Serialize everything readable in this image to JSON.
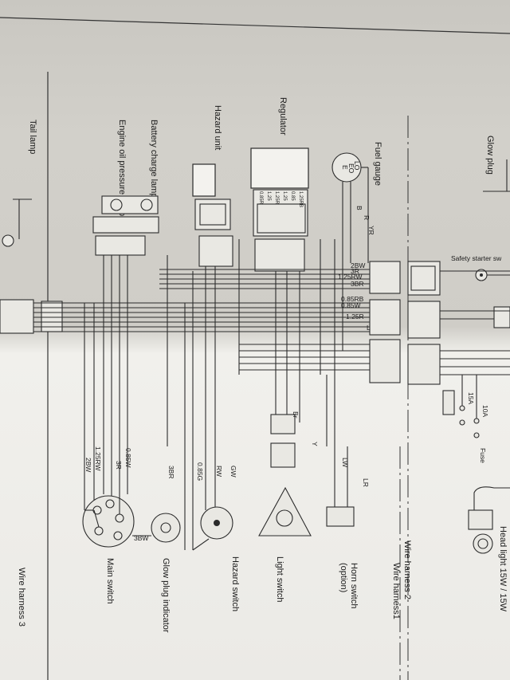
{
  "labels": {
    "glow_plug": "Glow plug",
    "safety_starter": "Safety starter sw",
    "fuel_gauge": "Fuel gauge",
    "regulator": "Regulator",
    "hazard_unit": "Hazard unit",
    "battery_charge_lamp": "Battery charge lamp",
    "engine_oil_pressure_lamp": "Engine oil pressure lamp",
    "tail_lamp": "Tail lamp",
    "fuse_10a": "10A",
    "fuse_15a": "15A",
    "fuse_word": "Fuse",
    "head_light": "Head light 15W / 15W",
    "wire_harness_2": "Wire harness 2",
    "wire_harness_1": "Wire harness1",
    "wire_harness_3": "Wire harness 3",
    "horn_switch": "Horn switch",
    "horn_switch_option": "(option)",
    "light_switch": "Light switch",
    "hazard_switch": "Hazard switch",
    "glow_plug_indicator": "Glow plug indicator",
    "main_switch": "Main switch",
    "gauge_lo": "LO",
    "gauge_eo": "EO",
    "gauge_e": "E",
    "gauge_b": "B",
    "gauge_r": "R",
    "gauge_yr": "YR",
    "wire_2bw": "2BW",
    "wire_3r": "3R",
    "wire_125rw": "1.25RW",
    "wire_3br": "3BR",
    "wire_085rb": "0.85RB",
    "wire_085w": "0.85W",
    "wire_125r": "1.25R",
    "wire_l": "L",
    "wire_085g": "0.85G",
    "wire_gw": "GW",
    "wire_rw": "RW",
    "wire_085bw": "0.85W",
    "wire_y": "Y",
    "wire_lw": "LW",
    "wire_lr": "LR",
    "wire_br": "Br",
    "wire_3bw": "3BW",
    "main_2bw": "2BW",
    "main_125rw": "1.25RW",
    "main_3r": "3R",
    "main_085w": "0.85W",
    "main_3br": "3BR"
  }
}
